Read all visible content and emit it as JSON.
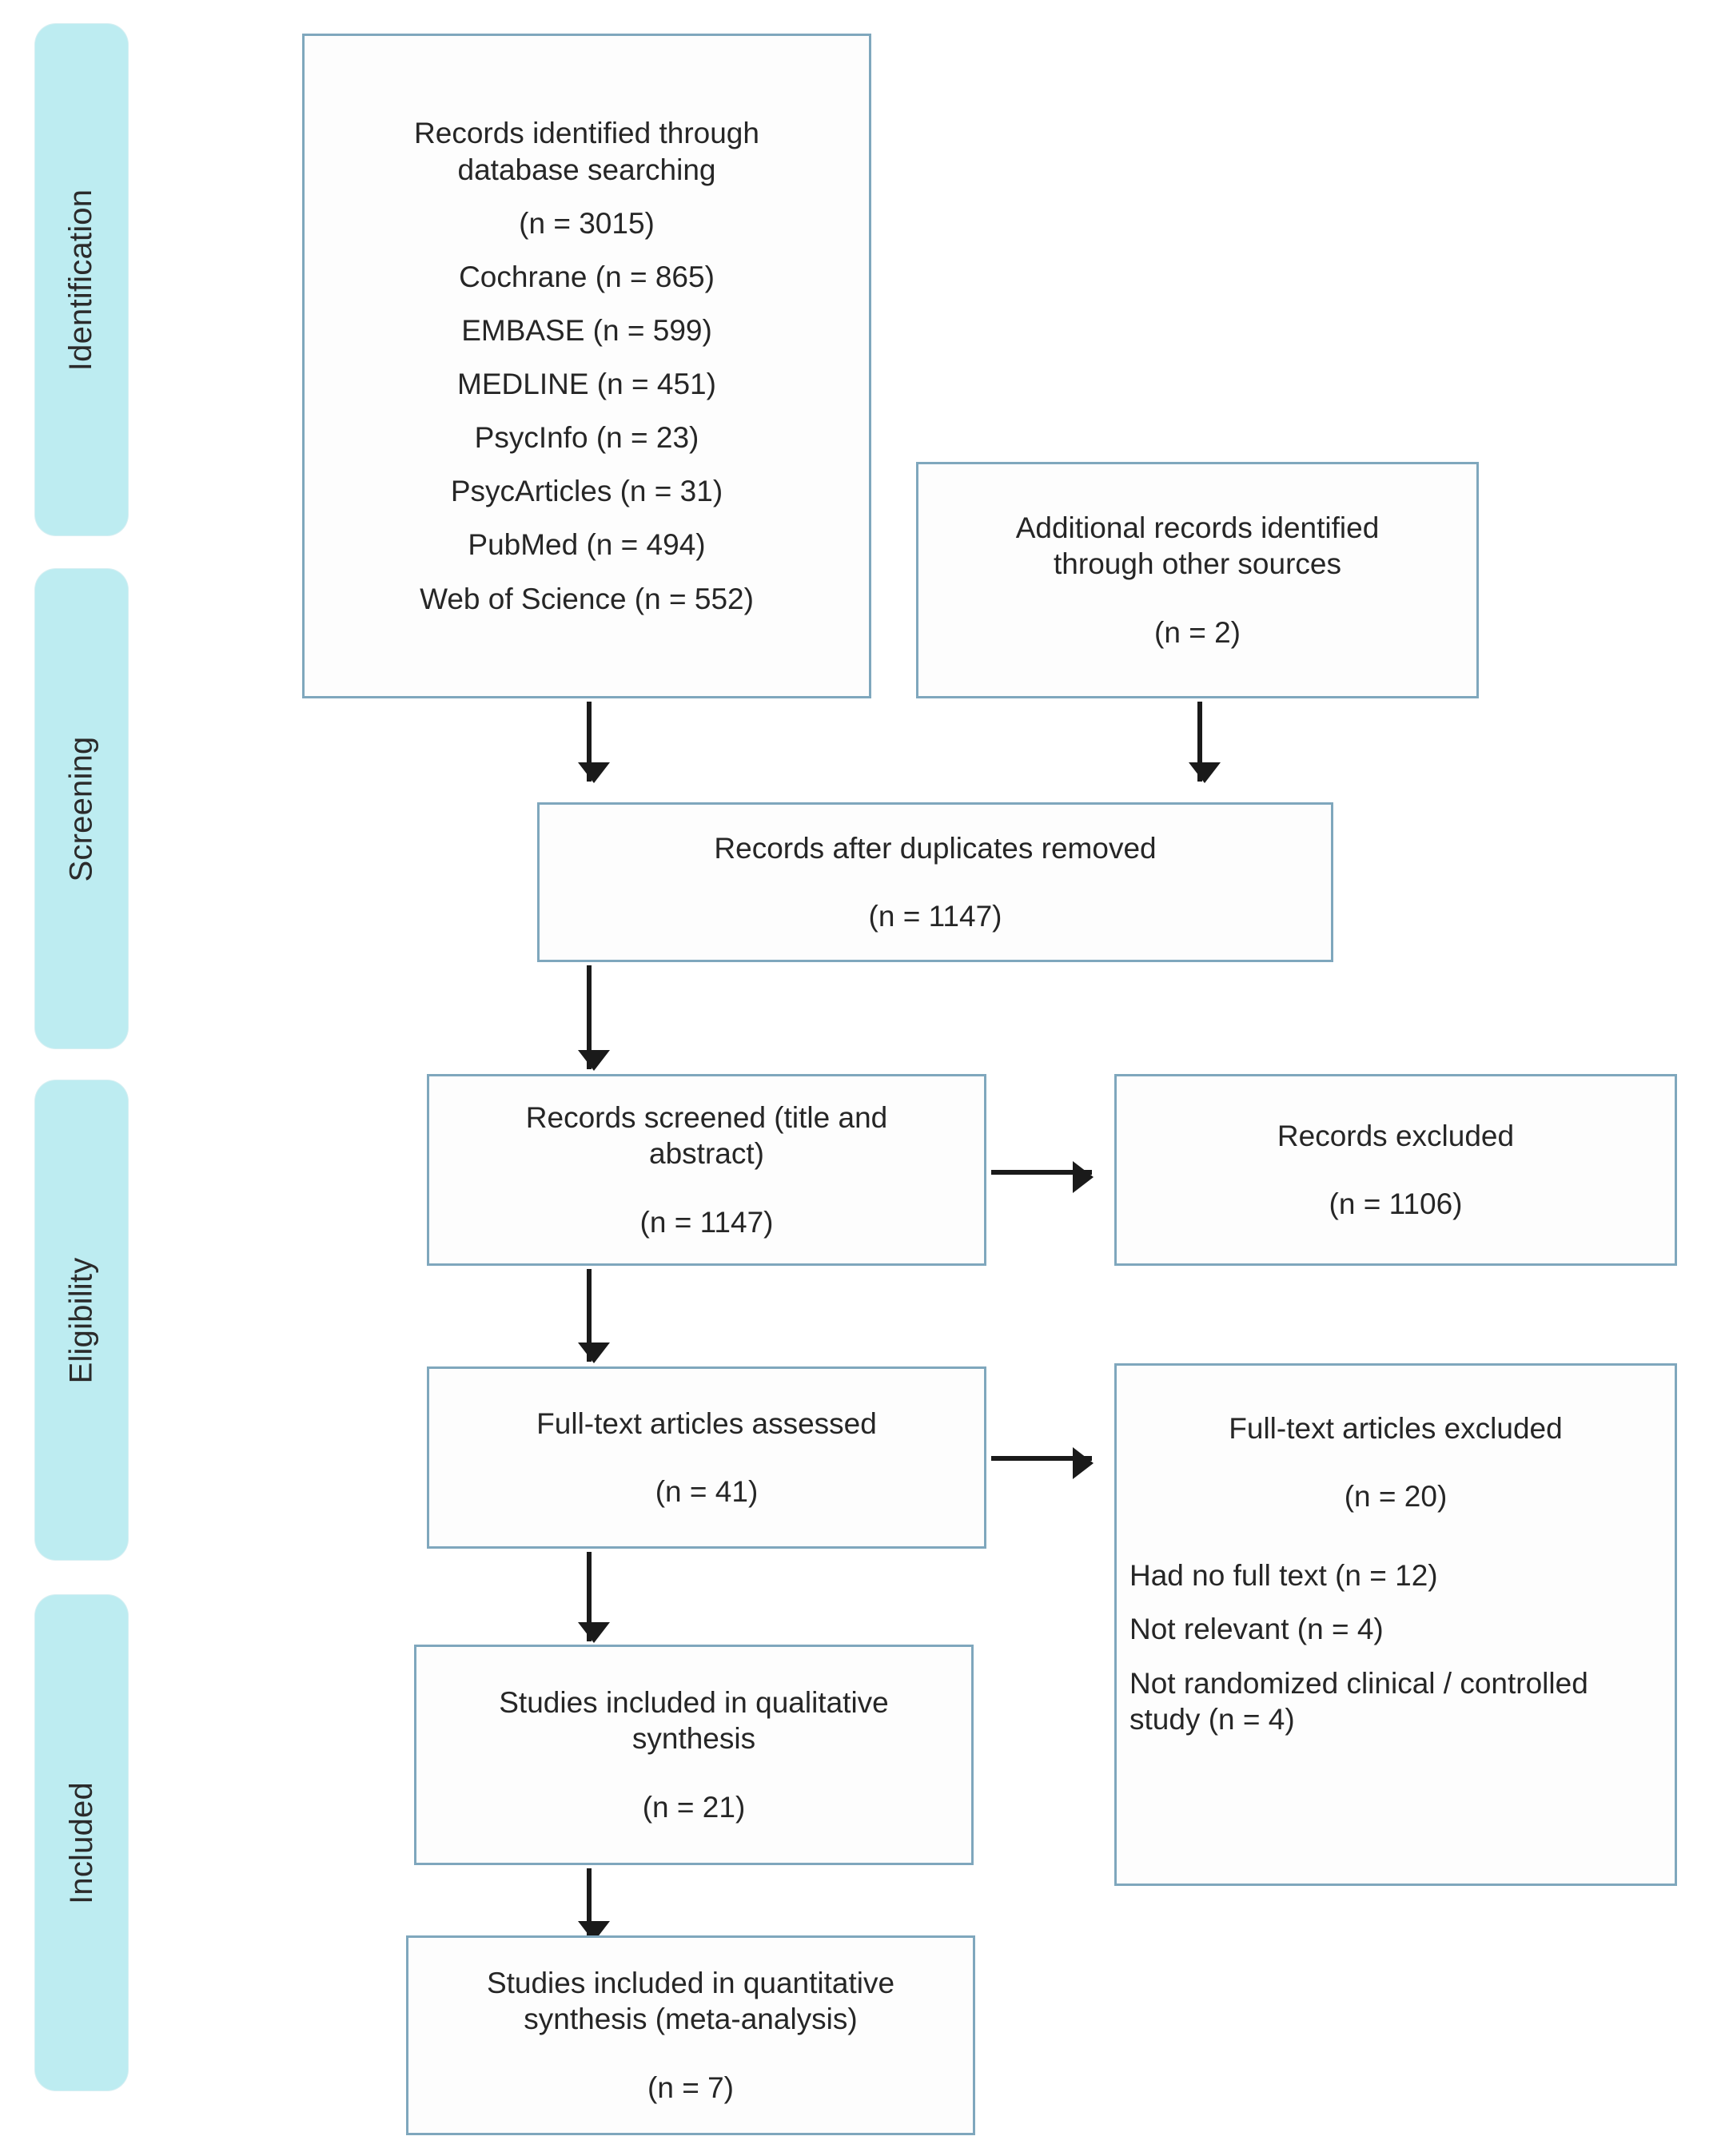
{
  "diagram": {
    "title": "PRISMA flow diagram",
    "accent_color": "#bdecf1",
    "box_border_color": "#7fa7bd",
    "arrow_color": "#1a1a1a",
    "text_color": "#262626"
  },
  "stages": [
    {
      "id": "identification",
      "label": "Identification"
    },
    {
      "id": "screening",
      "label": "Screening"
    },
    {
      "id": "eligibility",
      "label": "Eligibility"
    },
    {
      "id": "included",
      "label": "Included"
    }
  ],
  "boxes": {
    "records_identified": {
      "heading": "Records identified through\ndatabase searching",
      "count": "(n = 3015)",
      "sources": [
        "Cochrane (n = 865)",
        "EMBASE (n = 599)",
        "MEDLINE (n = 451)",
        "PsycInfo (n = 23)",
        "PsycArticles (n = 31)",
        "PubMed (n = 494)",
        "Web of Science (n = 552)"
      ]
    },
    "additional_records": {
      "heading": "Additional records identified\nthrough other sources",
      "count": "(n = 2)"
    },
    "duplicates_removed": {
      "heading": "Records after duplicates removed",
      "count": "(n = 1147)"
    },
    "records_screened": {
      "heading": "Records screened (title and\nabstract)",
      "count": "(n = 1147)"
    },
    "records_excluded": {
      "heading": "Records excluded",
      "count": "(n = 1106)"
    },
    "fulltext_assessed": {
      "heading": "Full-text articles assessed",
      "count": "(n = 41)"
    },
    "fulltext_excluded": {
      "heading": "Full-text articles excluded",
      "count": "(n = 20)",
      "reasons": [
        "Had no full text (n = 12)",
        "Not relevant (n = 4)",
        "Not randomized clinical / controlled\nstudy (n = 4)"
      ]
    },
    "qualitative_synthesis": {
      "heading": "Studies included in qualitative\nsynthesis",
      "count": "(n = 21)"
    },
    "quantitative_synthesis": {
      "heading": "Studies included in quantitative\nsynthesis (meta-analysis)",
      "count": "(n = 7)"
    }
  },
  "connectors": [
    {
      "id": "identified-to-dedup",
      "from": "records_identified",
      "to": "duplicates_removed",
      "direction": "down"
    },
    {
      "id": "additional-to-dedup",
      "from": "additional_records",
      "to": "duplicates_removed",
      "direction": "down"
    },
    {
      "id": "dedup-to-screened",
      "from": "duplicates_removed",
      "to": "records_screened",
      "direction": "down"
    },
    {
      "id": "screened-to-excluded",
      "from": "records_screened",
      "to": "records_excluded",
      "direction": "right"
    },
    {
      "id": "screened-to-fulltext",
      "from": "records_screened",
      "to": "fulltext_assessed",
      "direction": "down"
    },
    {
      "id": "fulltext-to-excluded",
      "from": "fulltext_assessed",
      "to": "fulltext_excluded",
      "direction": "right"
    },
    {
      "id": "fulltext-to-qualitative",
      "from": "fulltext_assessed",
      "to": "qualitative_synthesis",
      "direction": "down"
    },
    {
      "id": "qualitative-to-quantitative",
      "from": "qualitative_synthesis",
      "to": "quantitative_synthesis",
      "direction": "down"
    }
  ]
}
